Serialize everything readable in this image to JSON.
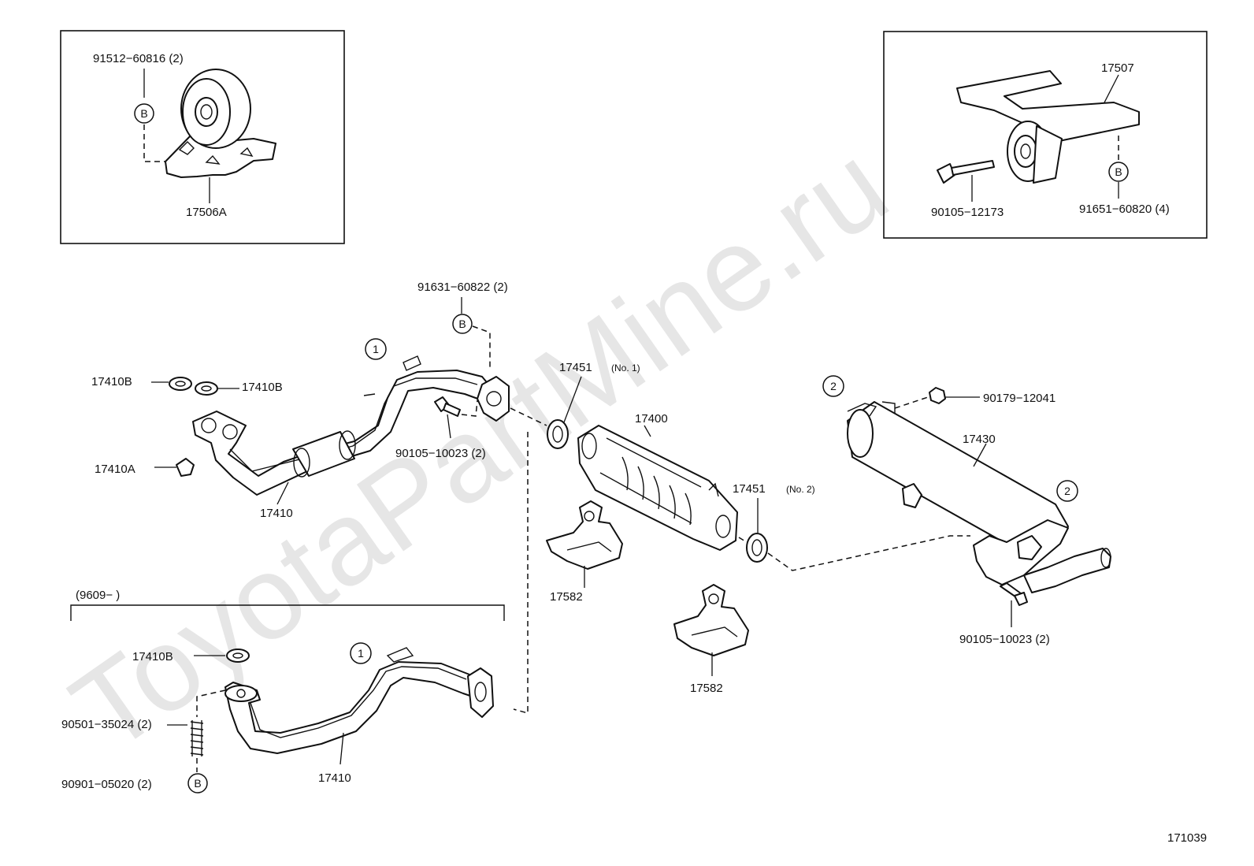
{
  "watermark": "ToyotaPartMine.ru",
  "diagram_id": "171039",
  "date_range": "(9609−        )",
  "callout_b": "B",
  "callout_1": "1",
  "callout_2": "2",
  "labels": {
    "bolt_91512": "91512−60816 (2)",
    "mount_17506a": "17506A",
    "mount_17507": "17507",
    "bolt_90105_12173": "90105−12173",
    "bolt_91651": "91651−60820 (4)",
    "bolt_91631": "91631−60822 (2)",
    "gasket_17410b_left": "17410B",
    "gasket_17410b_right": "17410B",
    "gasket_17410a": "17410A",
    "pipe_17410_upper": "17410",
    "bolt_90105_10023_left": "90105−10023 (2)",
    "gasket_17451_no1": "17451",
    "gasket_17451_no1_suffix": "(No. 1)",
    "converter_17400": "17400",
    "gasket_17451_no2": "17451",
    "gasket_17451_no2_suffix": "(No. 2)",
    "bracket_17582_a": "17582",
    "bracket_17582_b": "17582",
    "nut_90179": "90179−12041",
    "muffler_17430": "17430",
    "bolt_90105_10023_right": "90105−10023 (2)",
    "gasket_17410b_lower": "17410B",
    "spring_90501": "90501−35024 (2)",
    "bolt_90901": "90901−05020 (2)",
    "pipe_17410_lower": "17410"
  }
}
